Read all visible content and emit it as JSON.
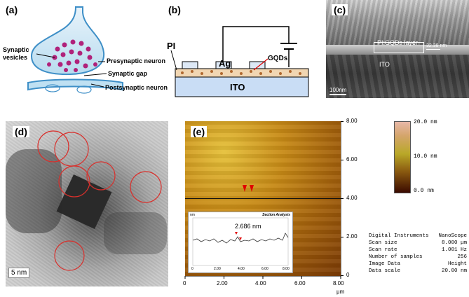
{
  "panels": {
    "a": {
      "label": "(a)",
      "texts": {
        "synaptic_vesicles": "Synaptic\nvesicles",
        "presynaptic": "Presynaptic neuron",
        "gap": "Synaptic gap",
        "postsynaptic": "Postsynaptic neuron"
      }
    },
    "b": {
      "label": "(b)",
      "texts": {
        "pi": "PI",
        "ag": "Ag",
        "gqds": "GQDs",
        "ito": "ITO"
      }
    },
    "c": {
      "label": "(c)",
      "texts": {
        "layer": "PI:GQDs layer",
        "thickness": "32.38 nm",
        "ito": "ITO",
        "scale": "100nm"
      }
    },
    "d": {
      "label": "(d)",
      "texts": {
        "scale": "5 nm"
      }
    },
    "e": {
      "label": "(e)",
      "x_ticks": [
        "0",
        "2.00",
        "4.00",
        "6.00",
        "8.00"
      ],
      "y_ticks": [
        "8.00",
        "6.00",
        "4.00",
        "2.00",
        "0"
      ],
      "unit": "μm",
      "colorbar": {
        "top": "20.0 nm",
        "mid": "10.0 nm",
        "bottom": "0.0 nm"
      },
      "inset": {
        "title": "Section Analysis",
        "unit": "nm",
        "annotation": "2.686 nm",
        "x_ticks": [
          "0",
          "2.00",
          "4.00",
          "6.00",
          "8.00"
        ]
      },
      "info": [
        {
          "key": "Digital Instruments",
          "value": "NanoScope"
        },
        {
          "key": "Scan size",
          "value": "8.000 μm"
        },
        {
          "key": "Scan rate",
          "value": "1.001 Hz"
        },
        {
          "key": "Number of samples",
          "value": "256"
        },
        {
          "key": "Image Data",
          "value": "Height"
        },
        {
          "key": "Data scale",
          "value": "20.00 nm"
        }
      ]
    }
  },
  "colors": {
    "vesicle": "#b0217a",
    "ito_blue": "#c9ddf5",
    "afm_dark": "#7a3a05",
    "afm_light": "#e6c13a",
    "circle": "#d9302c",
    "marker": "#e00000"
  }
}
